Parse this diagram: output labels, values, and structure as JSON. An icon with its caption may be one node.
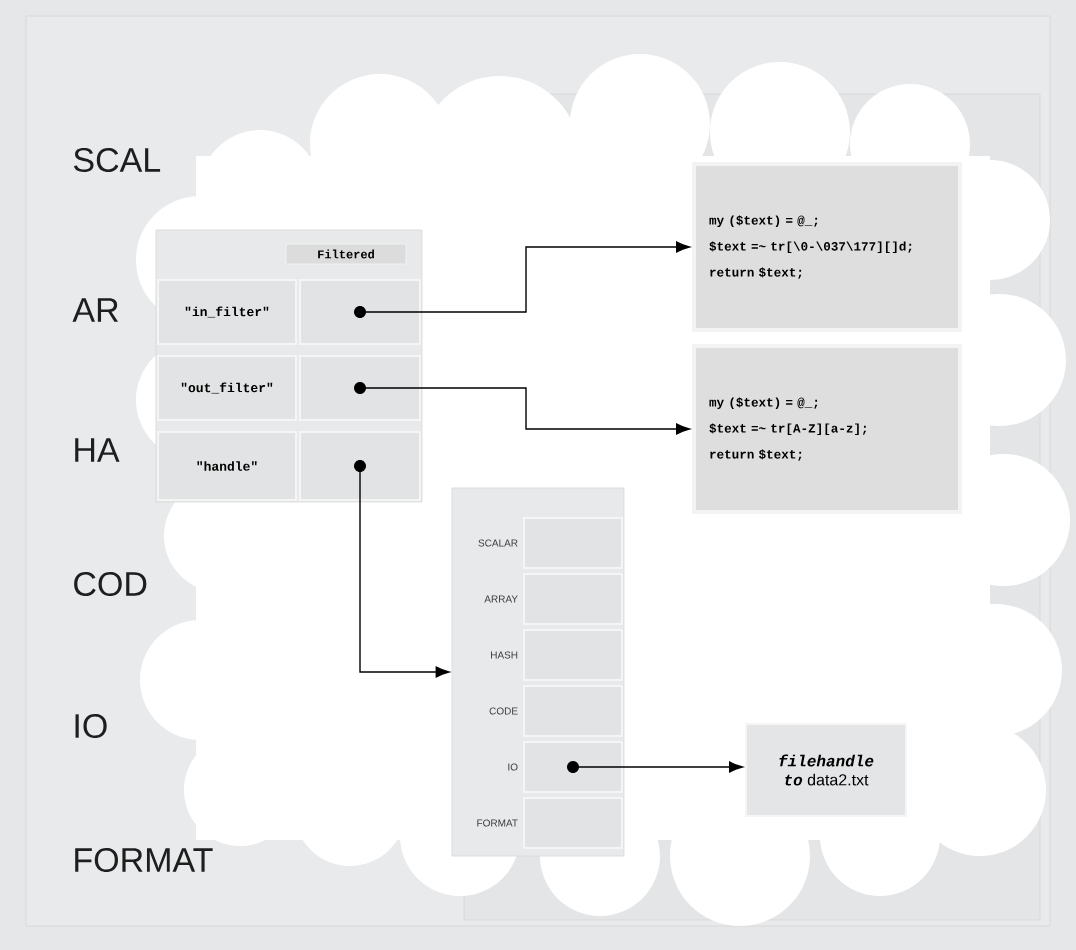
{
  "diagram": {
    "nodes": [
      {
        "text": [
          "Filtered"
        ]
      },
      {
        "text": [
          "\"in_filter\""
        ],
        "in": 0
      },
      {
        "text": [],
        "shape": "box",
        "in": 0
      },
      {
        "text": [
          "\"out_filter\""
        ],
        "in": 0
      },
      {
        "text": [],
        "shape": "box",
        "in": 0
      },
      {
        "text": [
          "\"handle\""
        ],
        "in": 0
      },
      {
        "text": [],
        "shape": "box",
        "in": 0
      },
      {
        "text": [
          "my ($text) = @_;",
          "$text =~ tr[\\0-\\037\\177][]d;",
          "return $text;"
        ]
      },
      {
        "text": [
          "my ($text) = @_;",
          "$text =~ tr[A-Z][a-z];",
          "return $text;"
        ]
      },
      {
        "text": [],
        "shape": "box"
      },
      {
        "text": [
          "SCALAR"
        ],
        "in": 9
      },
      {
        "text": [
          "ARRAY"
        ],
        "in": 9
      },
      {
        "text": [
          "HASH"
        ],
        "in": 9
      },
      {
        "text": [
          "CODE"
        ],
        "in": 9
      },
      {
        "text": [
          "IO"
        ],
        "in": 9
      },
      {
        "text": [
          "FORMAT"
        ],
        "in": 9
      },
      {
        "text": [],
        "shape": "box",
        "in": 9
      },
      {
        "text": [],
        "shape": "box",
        "in": 9
      },
      {
        "text": [],
        "shape": "box",
        "in": 9
      },
      {
        "text": [],
        "shape": "box",
        "in": 9
      },
      {
        "text": [],
        "shape": "box",
        "in": 9
      },
      {
        "text": [],
        "shape": "box",
        "in": 9
      },
      {
        "text": [
          "filehandle",
          "to",
          "data2.txt"
        ]
      }
    ],
    "edges": [
      {
        "from": 2,
        "to": 7,
        "arrow": "to"
      },
      {
        "from": 4,
        "to": 8,
        "arrow": "to"
      },
      {
        "from": 6,
        "to": 9,
        "arrow": "to"
      },
      {
        "from": 20,
        "to": 22,
        "arrow": "to"
      }
    ],
    "labels": [
      "SCAL",
      "AR",
      "HA",
      "COD",
      "IO",
      "FORMAT"
    ]
  }
}
